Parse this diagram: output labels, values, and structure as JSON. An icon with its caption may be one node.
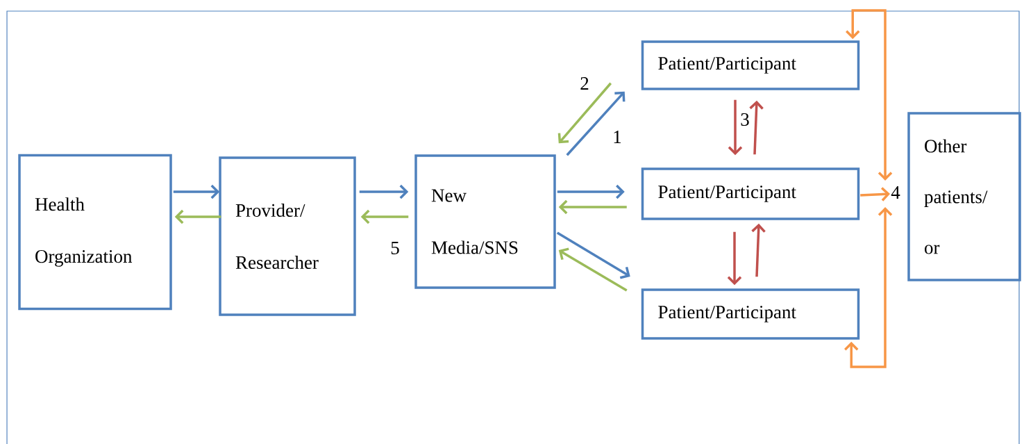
{
  "diagram": {
    "nodes": [
      {
        "text": [
          "Health Organization"
        ]
      },
      {
        "text": [
          "Provider/ Researcher"
        ]
      },
      {
        "text": [
          "New Media/SNS"
        ]
      },
      {
        "text": [
          "Patient/Participant"
        ]
      },
      {
        "text": [
          "Patient/Participant"
        ]
      },
      {
        "text": [
          "Patient/Participant"
        ]
      },
      {
        "text": [
          "Other patients/ or"
        ]
      },
      {
        "text": [
          "4"
        ]
      }
    ],
    "edges": [
      {
        "from": 0,
        "to": 1,
        "arrow": "to",
        "color": "#4f81bd"
      },
      {
        "from": 1,
        "to": 0,
        "arrow": "to",
        "color": "#9bbb59"
      },
      {
        "from": 1,
        "to": 2,
        "arrow": "to",
        "color": "#4f81bd"
      },
      {
        "from": 2,
        "to": 1,
        "arrow": "to",
        "color": "#9bbb59",
        "label": "5"
      },
      {
        "from": 2,
        "to": 3,
        "arrow": "to",
        "color": "#4f81bd",
        "label": "1"
      },
      {
        "from": 3,
        "to": 2,
        "arrow": "to",
        "color": "#9bbb59",
        "label": "2"
      },
      {
        "from": 2,
        "to": 4,
        "arrow": "to",
        "color": "#4f81bd"
      },
      {
        "from": 4,
        "to": 2,
        "arrow": "to",
        "color": "#9bbb59"
      },
      {
        "from": 2,
        "to": 5,
        "arrow": "to",
        "color": "#4f81bd"
      },
      {
        "from": 5,
        "to": 2,
        "arrow": "to",
        "color": "#9bbb59"
      },
      {
        "from": 3,
        "to": 4,
        "arrow": "to",
        "color": "#c0504d",
        "label": "3"
      },
      {
        "from": 4,
        "to": 3,
        "arrow": "to",
        "color": "#c0504d"
      },
      {
        "from": 4,
        "to": 5,
        "arrow": "to",
        "color": "#c0504d"
      },
      {
        "from": 5,
        "to": 4,
        "arrow": "to",
        "color": "#c0504d"
      },
      {
        "from": 3,
        "to": 7,
        "arrow": "both",
        "color": "#f79646"
      },
      {
        "from": 4,
        "to": 7,
        "arrow": "to",
        "color": "#f79646"
      },
      {
        "from": 5,
        "to": 7,
        "arrow": "both",
        "color": "#f79646"
      }
    ]
  }
}
